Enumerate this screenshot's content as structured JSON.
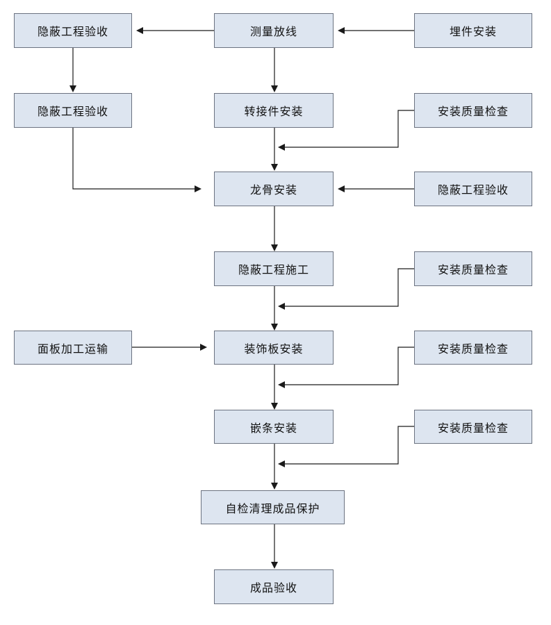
{
  "nodes": {
    "hidden_inspection_1": "隐蔽工程验收",
    "surveying": "测量放线",
    "embedded_parts": "埋件安装",
    "hidden_inspection_2": "隐蔽工程验收",
    "connector_install": "转接件安装",
    "quality_check_1": "安装质量检查",
    "keel_install": "龙骨安装",
    "hidden_inspection_3": "隐蔽工程验收",
    "hidden_construction": "隐蔽工程施工",
    "quality_check_2": "安装质量检查",
    "panel_processing": "面板加工运输",
    "decorative_panel_install": "装饰板安装",
    "quality_check_3": "安装质量检查",
    "strip_install": "嵌条安装",
    "quality_check_4": "安装质量检查",
    "self_check_protection": "自检清理成品保护",
    "final_acceptance": "成品验收"
  },
  "colors": {
    "box_fill": "#dde5f0",
    "box_border": "#6b7280",
    "line": "#1a1a1a"
  }
}
